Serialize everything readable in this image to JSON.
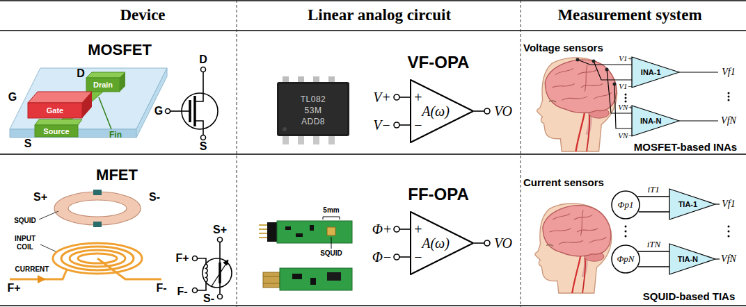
{
  "diagram": {
    "nodes": [
      {
        "text": [
          "A(ω)"
        ]
      },
      {
        "text": [
          "INA-1"
        ]
      },
      {
        "text": [
          "INA-N"
        ]
      },
      {
        "text": [
          "A(ω)"
        ]
      },
      {
        "text": [
          "Φp1"
        ]
      },
      {
        "text": [
          "TIA-1"
        ]
      },
      {
        "text": [
          "ΦpN"
        ]
      },
      {
        "text": [
          "TIA-N"
        ]
      }
    ],
    "edges": [
      {
        "from": 4,
        "to": 5,
        "arrow": "none",
        "label": "iT1"
      },
      {
        "from": 6,
        "to": 7,
        "arrow": "none",
        "label": "iTN"
      }
    ],
    "labels": [
      "Device",
      "Linear analog circuit",
      "Measurement system",
      "MOSFET",
      "G",
      "D",
      "Drain",
      "Gate",
      "Fin",
      "Source",
      "S",
      "D",
      "G",
      "S",
      "VF-OPA",
      "TL082",
      "53M",
      "ADD8",
      "V+",
      "V−",
      "+",
      "−",
      "VO",
      "Voltage sensors",
      "V1+",
      "V1−",
      "Vf1",
      "VN+",
      "VN−",
      "VfN",
      "MOSFET-based INAs",
      "MFET",
      "S+",
      "S-",
      "SQUID",
      "INPUT COIL",
      "CURRENT",
      "F+",
      "F-",
      "S+",
      "F+",
      "F-",
      "S-",
      "FF-OPA",
      "5mm",
      "SQUID",
      "Φ+",
      "Φ−",
      "+",
      "−",
      "VO",
      "Current sensors",
      "Vf1",
      "VfN",
      "SQUID-based TIAs"
    ]
  }
}
